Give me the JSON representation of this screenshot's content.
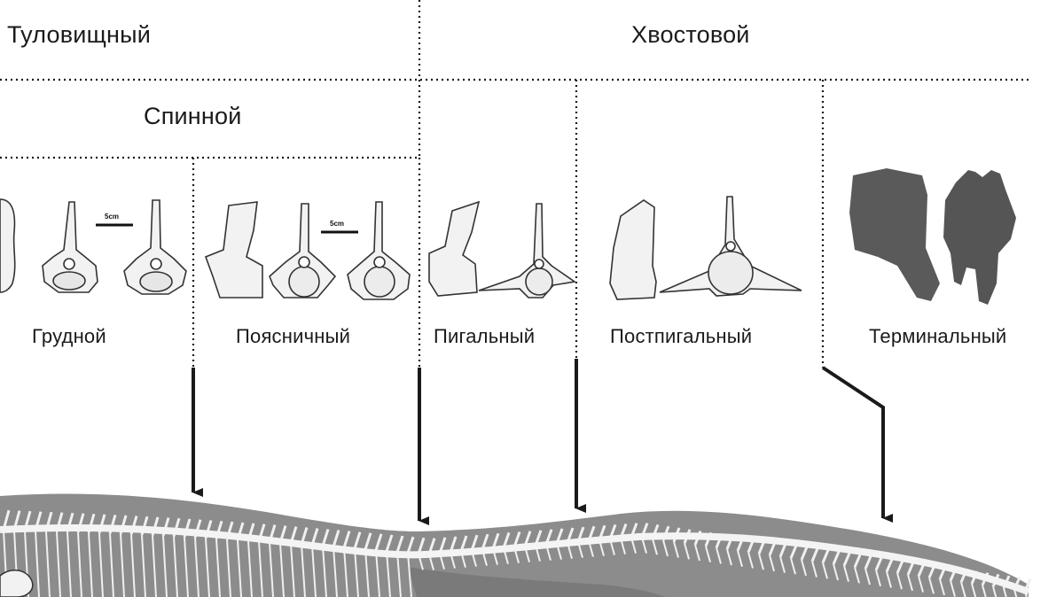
{
  "labels": {
    "trunk": "Туловищный",
    "caudal": "Хвостовой",
    "dorsal": "Спинной",
    "thoracic": "Грудной",
    "lumbar": "Поясничный",
    "pygal": "Пигальный",
    "postpygal": "Постпигальный",
    "terminal": "Терминальный"
  },
  "scale_bars": {
    "left": "5cm",
    "right": "5cm"
  },
  "colors": {
    "line": "#1a1a1a",
    "bone_fill": "#f2f2f2",
    "bone_stroke": "#333333",
    "body": "#8c8c8c",
    "fossil": "#5a5a5a"
  }
}
